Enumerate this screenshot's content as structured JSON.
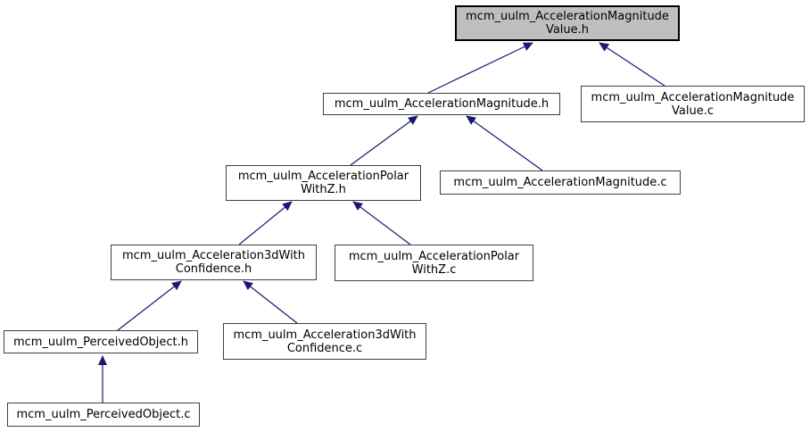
{
  "diagram": {
    "type": "include-dependency-graph",
    "background_color": "#ffffff",
    "edge_color": "#191970",
    "node_fill": "#ffffff",
    "node_border_color": "#404040",
    "highlight_fill": "#bfbfbf",
    "highlight_border_color": "#000000"
  },
  "nodes": [
    {
      "id": "value_h",
      "lines": [
        "mcm_uulm_AccelerationMagnitude",
        "Value.h"
      ],
      "highlighted": true
    },
    {
      "id": "magnitude_h",
      "lines": [
        "mcm_uulm_AccelerationMagnitude.h"
      ]
    },
    {
      "id": "value_c",
      "lines": [
        "mcm_uulm_AccelerationMagnitude",
        "Value.c"
      ]
    },
    {
      "id": "polarwithz_h",
      "lines": [
        "mcm_uulm_AccelerationPolar",
        "WithZ.h"
      ]
    },
    {
      "id": "magnitude_c",
      "lines": [
        "mcm_uulm_AccelerationMagnitude.c"
      ]
    },
    {
      "id": "accel3dconf_h",
      "lines": [
        "mcm_uulm_Acceleration3dWith",
        "Confidence.h"
      ]
    },
    {
      "id": "polarwithz_c",
      "lines": [
        "mcm_uulm_AccelerationPolar",
        "WithZ.c"
      ]
    },
    {
      "id": "perceivedobj_h",
      "lines": [
        "mcm_uulm_PerceivedObject.h"
      ]
    },
    {
      "id": "accel3dconf_c",
      "lines": [
        "mcm_uulm_Acceleration3dWith",
        "Confidence.c"
      ]
    },
    {
      "id": "perceivedobj_c",
      "lines": [
        "mcm_uulm_PerceivedObject.c"
      ]
    }
  ],
  "edges": [
    {
      "from": "mcm_uulm_AccelerationMagnitude.h",
      "to": "mcm_uulm_AccelerationMagnitudeValue.h"
    },
    {
      "from": "mcm_uulm_AccelerationMagnitudeValue.c",
      "to": "mcm_uulm_AccelerationMagnitudeValue.h"
    },
    {
      "from": "mcm_uulm_AccelerationPolarWithZ.h",
      "to": "mcm_uulm_AccelerationMagnitude.h"
    },
    {
      "from": "mcm_uulm_AccelerationMagnitude.c",
      "to": "mcm_uulm_AccelerationMagnitude.h"
    },
    {
      "from": "mcm_uulm_Acceleration3dWithConfidence.h",
      "to": "mcm_uulm_AccelerationPolarWithZ.h"
    },
    {
      "from": "mcm_uulm_AccelerationPolarWithZ.c",
      "to": "mcm_uulm_AccelerationPolarWithZ.h"
    },
    {
      "from": "mcm_uulm_PerceivedObject.h",
      "to": "mcm_uulm_Acceleration3dWithConfidence.h"
    },
    {
      "from": "mcm_uulm_Acceleration3dWithConfidence.c",
      "to": "mcm_uulm_Acceleration3dWithConfidence.h"
    },
    {
      "from": "mcm_uulm_PerceivedObject.c",
      "to": "mcm_uulm_PerceivedObject.h"
    }
  ]
}
